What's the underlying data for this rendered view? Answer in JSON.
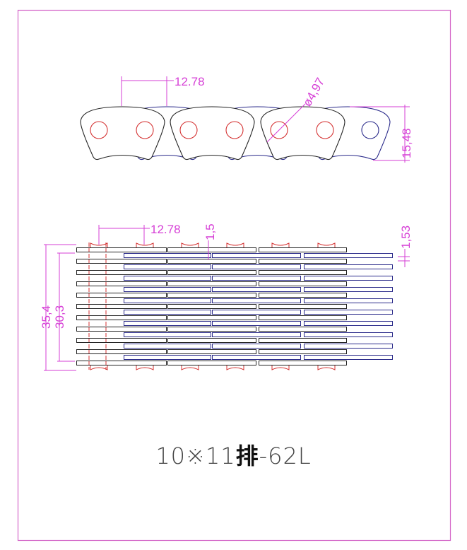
{
  "drawing": {
    "title_part1": "10※11",
    "title_part2": "排",
    "title_part3": "-62L",
    "colors": {
      "frame": "#d466c8",
      "dimension": "#d63fd6",
      "outline": "#222222",
      "back_link": "#2a2a8a",
      "pin": "#d43030"
    },
    "side_view": {
      "pitch_label": "12.78",
      "hole_diameter_label": "ø4,97",
      "height_label": "15,48"
    },
    "top_view": {
      "pitch_label": "12.78",
      "gap_label": "1,5",
      "plate_thickness_label": "1,53",
      "overall_width_label": "35,4",
      "inner_width_label": "30,3",
      "rows": 11
    }
  }
}
